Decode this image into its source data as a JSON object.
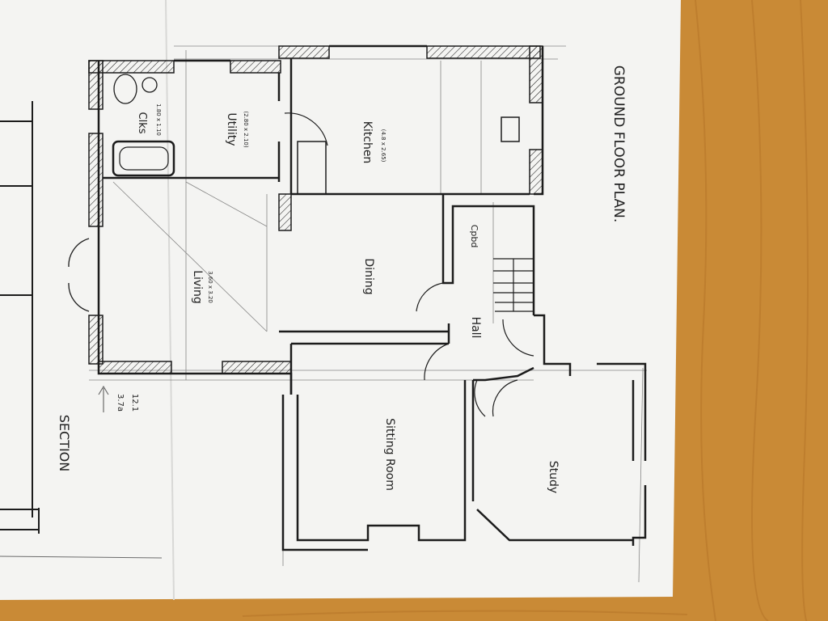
{
  "colors": {
    "desk": "#c98a36",
    "desk_grain": "#b8772a",
    "paper": "#f4f4f2",
    "ink": "#1c1c1c",
    "pencil": "#6b6b6b"
  },
  "drawing": {
    "title": "GROUND FLOOR PLAN.",
    "section_label": "SECTION",
    "rooms": {
      "cks": "Clks",
      "cks_dims": "1.80 x 1.10",
      "utility": "Utility",
      "utility_dims": "(2.80 x 2.10)",
      "kitchen": "Kitchen",
      "kitchen_dims": "(4.8 x 2.65)",
      "living": "Living",
      "living_dims": "3.60 x 3.20",
      "dining": "Dining",
      "cpbd": "Cpbd",
      "hall": "Hall",
      "sitting": "Sitting Room",
      "study": "Study"
    },
    "section_marker": {
      "top": "3.7a",
      "bottom": "12.1"
    }
  }
}
